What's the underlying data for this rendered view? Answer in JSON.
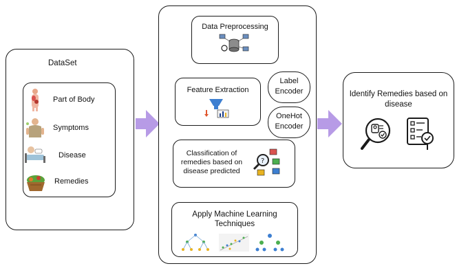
{
  "dataset": {
    "title": "DataSet",
    "items": [
      {
        "label": "Part of Body",
        "icon": "body-organs-icon"
      },
      {
        "label": "Symptoms",
        "icon": "sick-person-icon"
      },
      {
        "label": "Disease",
        "icon": "patient-in-bed-icon"
      },
      {
        "label": "Remedies",
        "icon": "herbs-basket-icon"
      }
    ]
  },
  "pipeline": {
    "preprocessing": "Data Preprocessing",
    "feature_extraction": "Feature Extraction",
    "label_encoder_line1": "Label",
    "label_encoder_line2": "Encoder",
    "onehot_encoder_line1": "OneHot",
    "onehot_encoder_line2": "Encoder",
    "classification_line1": "Classification of",
    "classification_line2": "remedies based on",
    "classification_line3": "disease predicted",
    "ml_line1": "Apply Machine Learning",
    "ml_line2": "Techniques"
  },
  "output": {
    "line1": "Identify Remedies based on",
    "line2": "disease"
  },
  "colors": {
    "arrow": "#b79be6",
    "stroke": "#1a1a1a"
  }
}
